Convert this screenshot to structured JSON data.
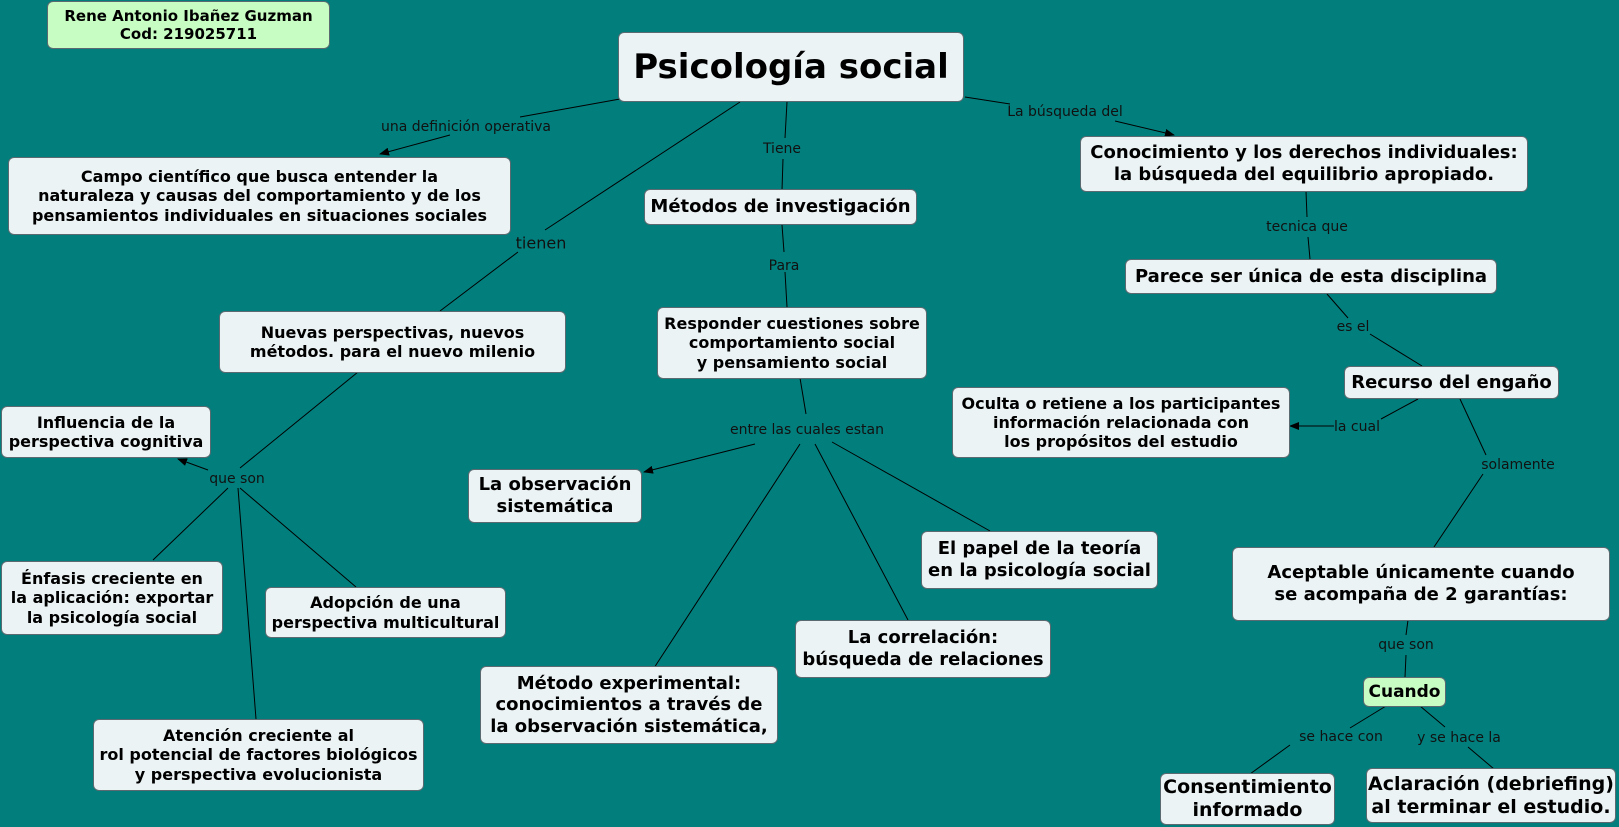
{
  "author": {
    "name": "Rene Antonio Ibañez Guzman",
    "code": "Cod: 219025711"
  },
  "root": "Psicología social",
  "nodes": {
    "definition": "Campo científico que busca entender la\nnaturaleza y causas del comportamiento y de los\npensamientos individuales en situaciones sociales",
    "research_methods": "Métodos de investigación",
    "knowledge_rights": "Conocimiento y los derechos individuales:\nla búsqueda del equilibrio apropiado.",
    "new_perspectives": "Nuevas perspectivas, nuevos\nmétodos. para el nuevo milenio",
    "answer_questions": "Responder cuestiones sobre\ncomportamiento social\ny pensamiento social",
    "unique_discipline": "Parece ser única de esta disciplina",
    "deception": "Recurso del engaño",
    "hides_info": "Oculta o retiene a los participantes\ninformación relacionada con\nlos propósitos del estudio",
    "cognitive": "Influencia de la\nperspectiva cognitiva",
    "observation": "La observación\nsistemática",
    "theory_role": "El papel de la teoría\nen la psicología social",
    "acceptable": "Aceptable únicamente cuando\nse acompaña de 2 garantías:",
    "application": "Énfasis creciente en\nla aplicación: exportar\nla psicología social",
    "multicultural": "Adopción de una\nperspectiva multicultural",
    "correlation": "La correlación:\nbúsqueda de relaciones",
    "when": "Cuando",
    "experimental": "Método experimental:\nconocimientos a través de\nla observación sistemática,",
    "biological": "Atención creciente al\nrol potencial de factores biológicos\ny perspectiva evolucionista",
    "consent": "Consentimiento\ninformado",
    "debriefing": "Aclaración (debriefing)\nal terminar el estudio."
  },
  "links": {
    "operative_definition": "una definición operativa",
    "has": "Tiene",
    "search_of": "La búsqueda del",
    "have": "tienen",
    "for": "Para",
    "technique_that": "tecnica que",
    "is_the": "es el",
    "which": "la cual",
    "among_which": "entre las cuales estan",
    "only": "solamente",
    "which_are_left": "que son",
    "which_are_right": "que son",
    "done_with": "se hace con",
    "and_done": "y se hace la"
  },
  "colors": {
    "background": "#027f7d",
    "node": "#ecf3f5",
    "highlight_node": "#c7fdc2"
  }
}
